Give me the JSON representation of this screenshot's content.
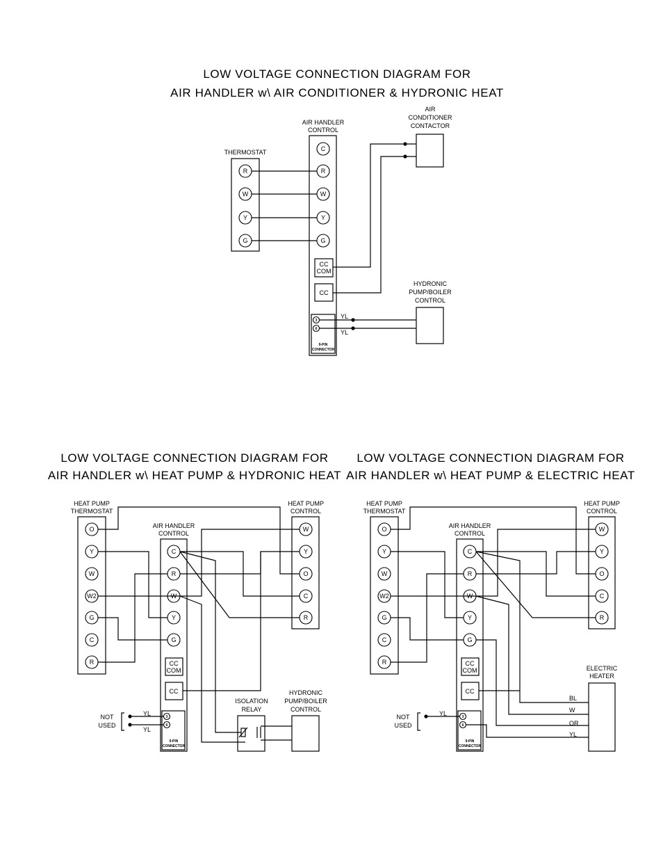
{
  "diagrams": [
    {
      "title_line1": "LOW VOLTAGE CONNECTION DIAGRAM FOR",
      "title_line2": "AIR HANDLER w\\ AIR CONDITIONER & HYDRONIC HEAT",
      "thermostat": {
        "label": "THERMOSTAT",
        "terminals": [
          "R",
          "W",
          "Y",
          "G"
        ]
      },
      "air_handler": {
        "label_line1": "AIR HANDLER",
        "label_line2": "CONTROL",
        "terminals": [
          "C",
          "R",
          "W",
          "Y",
          "G"
        ],
        "cc_com_line1": "CC",
        "cc_com_line2": "COM",
        "cc": "CC",
        "pin_a": "3",
        "pin_b": "6",
        "connector_line1": "9-PIN",
        "connector_line2": "CONNECTOR"
      },
      "contactor": {
        "line1": "AIR",
        "line2": "CONDITIONER",
        "line3": "CONTACTOR"
      },
      "pump": {
        "line1": "HYDRONIC",
        "line2": "PUMP/BOILER",
        "line3": "CONTROL"
      },
      "wire_labels": [
        "YL",
        "YL"
      ]
    },
    {
      "title_line1": "LOW VOLTAGE CONNECTION DIAGRAM FOR",
      "title_line2": "AIR HANDLER w\\ HEAT PUMP & HYDRONIC HEAT",
      "thermostat": {
        "label_line1": "HEAT PUMP",
        "label_line2": "THERMOSTAT",
        "terminals": [
          "O",
          "Y",
          "W",
          "W2",
          "G",
          "C",
          "R"
        ]
      },
      "air_handler": {
        "label_line1": "AIR HANDLER",
        "label_line2": "CONTROL",
        "terminals": [
          "C",
          "R",
          "W",
          "Y",
          "G"
        ],
        "cc_com_line1": "CC",
        "cc_com_line2": "COM",
        "cc": "CC",
        "pin_a": "3",
        "pin_b": "6",
        "connector_line1": "9-PIN",
        "connector_line2": "CONNECTOR"
      },
      "hp_control": {
        "label_line1": "HEAT PUMP",
        "label_line2": "CONTROL",
        "terminals": [
          "W",
          "Y",
          "O",
          "C",
          "R"
        ]
      },
      "relay": {
        "line1": "ISOLATION",
        "line2": "RELAY"
      },
      "pump": {
        "line1": "HYDRONIC",
        "line2": "PUMP/BOILER",
        "line3": "CONTROL"
      },
      "not_used": {
        "line1": "NOT",
        "line2": "USED"
      },
      "wire_labels": [
        "YL",
        "YL"
      ]
    },
    {
      "title_line1": "LOW VOLTAGE CONNECTION DIAGRAM FOR",
      "title_line2": "AIR HANDLER w\\ HEAT PUMP & ELECTRIC HEAT",
      "thermostat": {
        "label_line1": "HEAT PUMP",
        "label_line2": "THERMOSTAT",
        "terminals": [
          "O",
          "Y",
          "W",
          "W2",
          "G",
          "C",
          "R"
        ]
      },
      "air_handler": {
        "label_line1": "AIR HANDLER",
        "label_line2": "CONTROL",
        "terminals": [
          "C",
          "R",
          "W",
          "Y",
          "G"
        ],
        "cc_com_line1": "CC",
        "cc_com_line2": "COM",
        "cc": "CC",
        "pin_a": "3",
        "pin_b": "6",
        "connector_line1": "9-PIN",
        "connector_line2": "CONNECTOR"
      },
      "hp_control": {
        "label_line1": "HEAT PUMP",
        "label_line2": "CONTROL",
        "terminals": [
          "W",
          "Y",
          "O",
          "C",
          "R"
        ]
      },
      "heater": {
        "line1": "ELECTRIC",
        "line2": "HEATER"
      },
      "heater_wires": [
        "BL",
        "W",
        "OR",
        "YL"
      ],
      "not_used": {
        "line1": "NOT",
        "line2": "USED"
      },
      "wire_label": "YL"
    }
  ]
}
